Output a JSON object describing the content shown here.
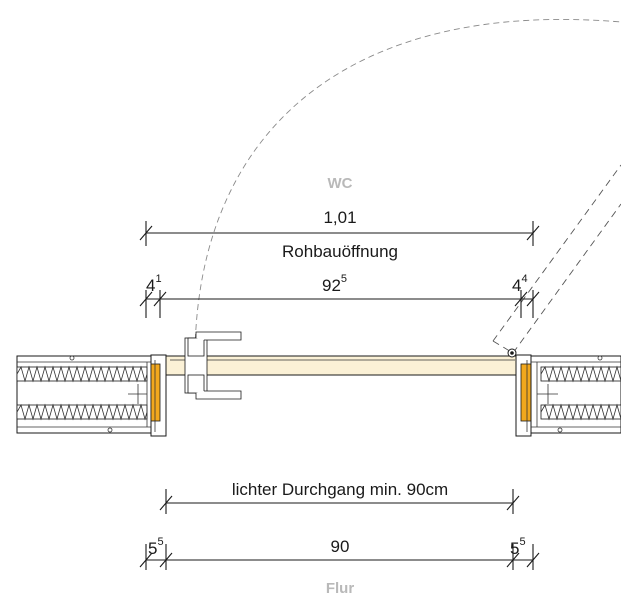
{
  "rooms": {
    "top": "WC",
    "bottom": "Flur"
  },
  "dimensions": {
    "rough_opening": {
      "value": "1,01",
      "label": "Rohbauöffnung"
    },
    "left_reveal": {
      "base": "4",
      "sup": "1"
    },
    "frame_inner": {
      "base": "92",
      "sup": "5"
    },
    "right_reveal": {
      "base": "4",
      "sup": "4"
    },
    "clear_passage": {
      "label": "lichter Durchgang min. 90cm"
    },
    "left_frame": {
      "base": "5",
      "sup": "5"
    },
    "clear_width": {
      "value": "90"
    },
    "right_frame": {
      "base": "5",
      "sup": "5"
    }
  },
  "colors": {
    "door_leaf": "#fbf1d6",
    "frame_seal": "#f2a81d",
    "frame": "#ffffff",
    "insulation": "#ffffff",
    "room_label": "#b9b9b9"
  }
}
